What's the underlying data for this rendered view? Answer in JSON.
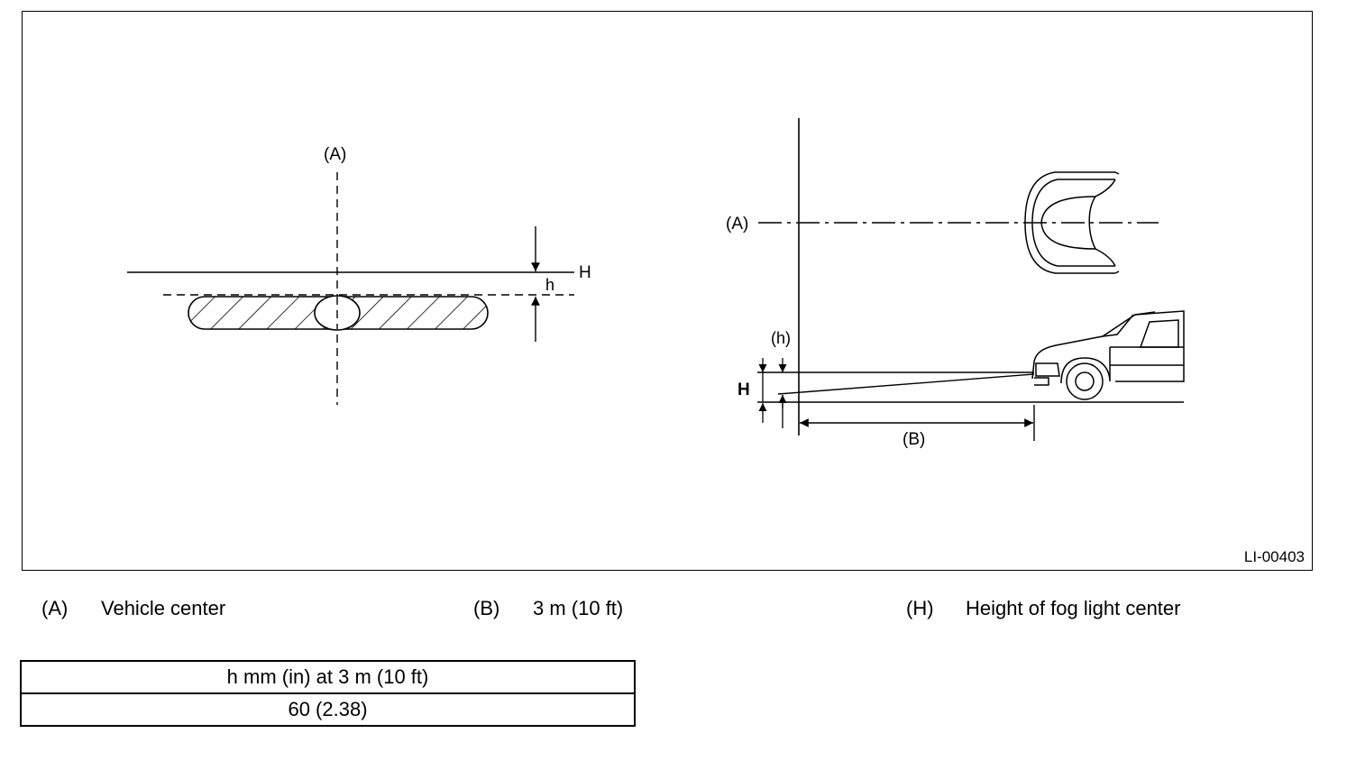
{
  "figure": {
    "id": "LI-00403",
    "front_view": {
      "label_a": "(A)",
      "label_h_upper": "H",
      "label_h_lower": "h"
    },
    "side_view": {
      "label_a": "(A)",
      "label_h_paren": "(h)",
      "label_h_upper": "H",
      "label_b": "(B)"
    }
  },
  "legend": [
    {
      "key": "(A)",
      "text": "Vehicle center"
    },
    {
      "key": "(B)",
      "text": "3 m (10 ft)"
    },
    {
      "key": "(H)",
      "text": "Height of fog light center"
    }
  ],
  "table": {
    "header": "h mm (in) at 3 m (10 ft)",
    "value": "60 (2.38)"
  }
}
